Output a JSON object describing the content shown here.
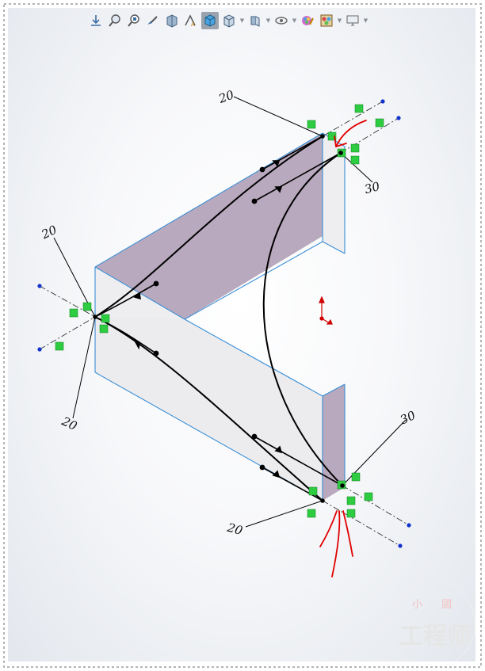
{
  "toolbar": {
    "buttons": [
      {
        "name": "view-normal-to-icon",
        "label": "Normal To"
      },
      {
        "name": "zoom-to-fit-icon",
        "label": "Zoom to Fit"
      },
      {
        "name": "zoom-to-area-icon",
        "label": "Zoom to Area"
      },
      {
        "name": "previous-view-icon",
        "label": "Previous View"
      },
      {
        "name": "section-view-icon",
        "label": "Section View"
      },
      {
        "name": "dynamic-annotation-icon",
        "label": "Dynamic Annotation Views"
      },
      {
        "name": "view-orientation-icon",
        "label": "View Orientation",
        "active": true
      },
      {
        "name": "display-style-icon",
        "label": "Display Style"
      },
      {
        "name": "hide-show-items-icon",
        "label": "Hide/Show Items"
      },
      {
        "name": "edit-appearance-icon",
        "label": "Edit Appearance"
      },
      {
        "name": "apply-scene-icon",
        "label": "Apply Scene"
      },
      {
        "name": "view-settings-icon",
        "label": "View Settings"
      }
    ]
  },
  "dimensions": {
    "top_left": "20",
    "top_right": "30",
    "left_upper": "20",
    "left_lower": "20",
    "bottom_right": "30",
    "bottom_left": "20"
  },
  "watermark": {
    "small_text": "小 國",
    "main_text": "工程师"
  },
  "colors": {
    "part_face_tint": "#b9a9be",
    "part_face_light": "#eeeef0",
    "model_edge": "#3a8fd6",
    "sketch_line": "#000000",
    "relation_marker": "#2ecc40",
    "annotation": "#e00000",
    "origin": "#d00000",
    "endpoint_dot": "#1133cc"
  }
}
